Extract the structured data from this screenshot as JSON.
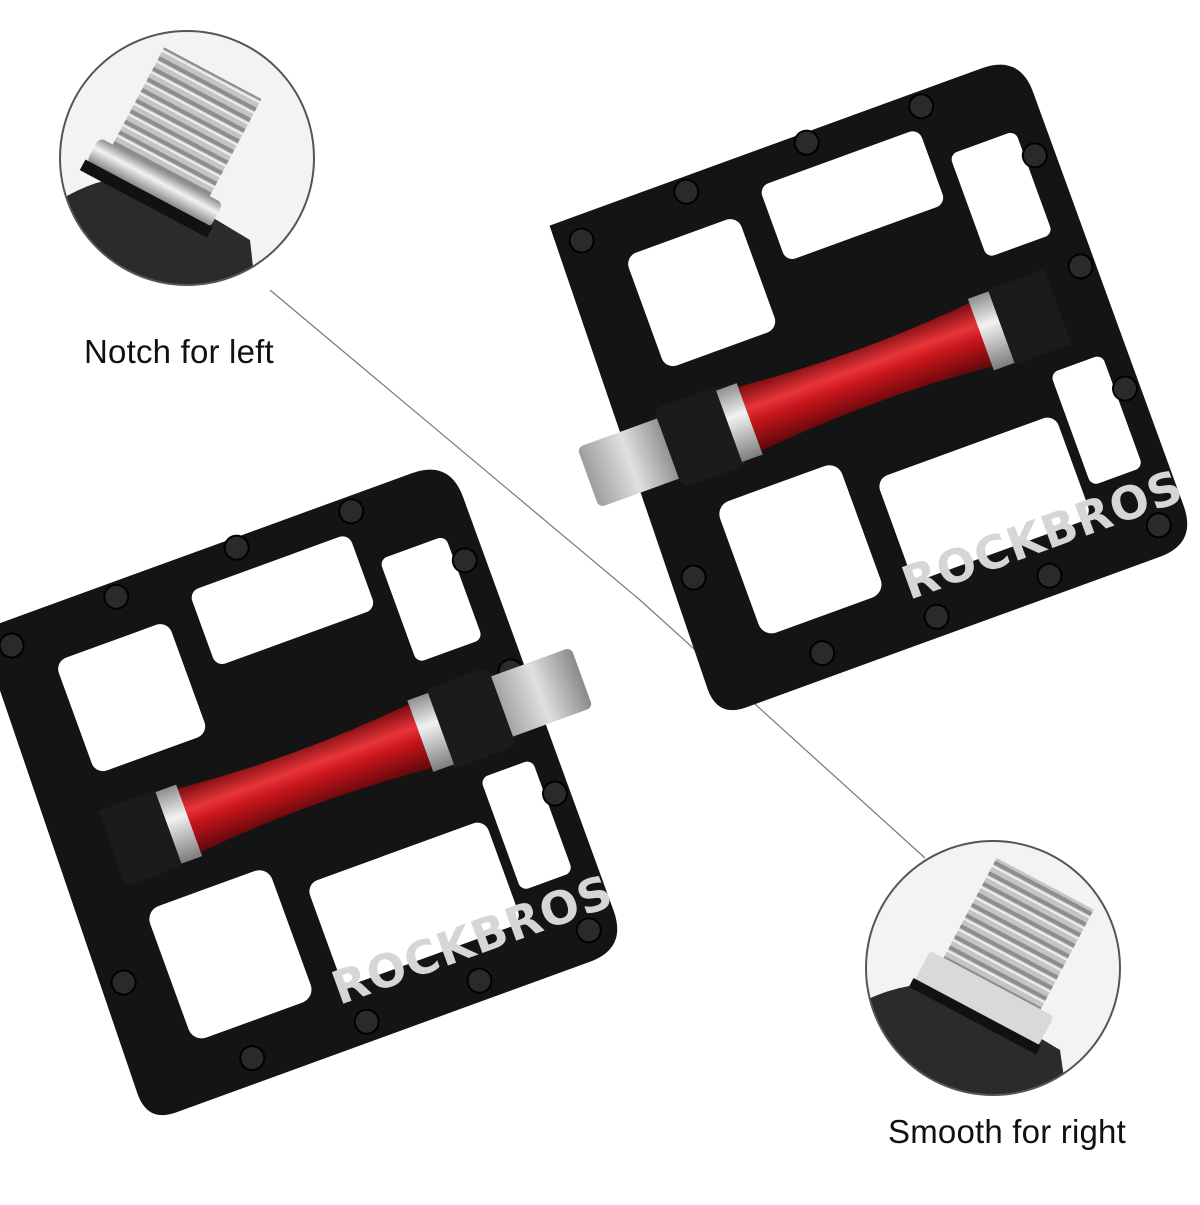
{
  "product": {
    "brand": "ROCKBROS",
    "item": "Flat bicycle pedals (pair)",
    "colors": {
      "body": "#151515",
      "spindle": "#c8151b",
      "thread": "#b9b9b9",
      "background": "#ffffff",
      "label_text": "#d6d6d6"
    }
  },
  "pedals": [
    {
      "id": "left-pedal",
      "logo": "ROCKBROS"
    },
    {
      "id": "right-pedal",
      "logo": "ROCKBROS"
    }
  ],
  "callouts": [
    {
      "id": "left",
      "label": "Notch for left"
    },
    {
      "id": "right",
      "label": "Smooth for right"
    }
  ]
}
